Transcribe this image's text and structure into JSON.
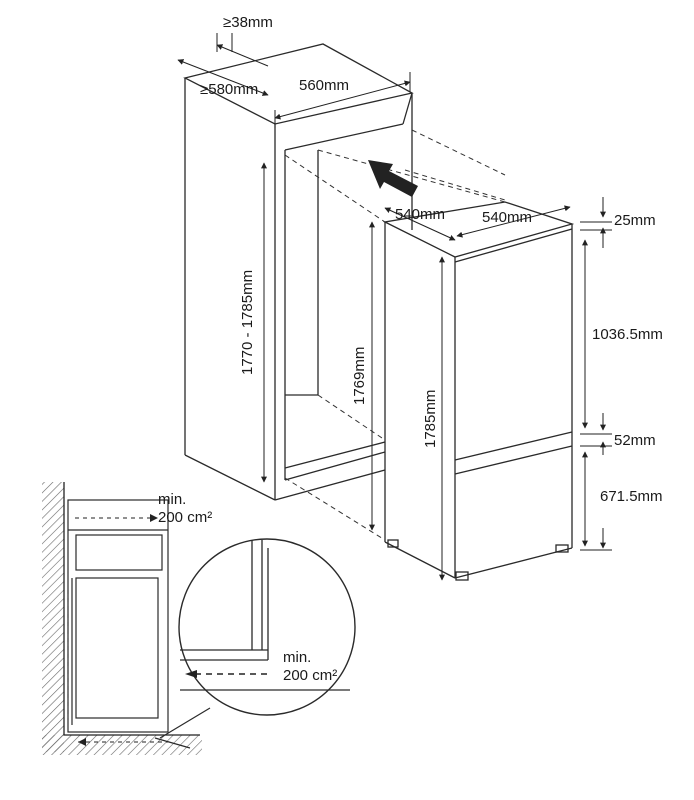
{
  "dimensions": {
    "gap_top": "≥38mm",
    "niche_depth": "≥580mm",
    "niche_width": "560mm",
    "niche_height": "1770 - 1785mm",
    "appliance_depth": "540mm",
    "appliance_width": "540mm",
    "appliance_height": "1785mm",
    "inner_height": "1769mm",
    "top_trim": "25mm",
    "upper_door": "1036.5mm",
    "door_gap": "52mm",
    "lower_door": "671.5mm"
  },
  "ventilation": {
    "top": {
      "line1": "min.",
      "line2": "200 cm²"
    },
    "bottom": {
      "line1": "min.",
      "line2": "200 cm²"
    }
  },
  "colors": {
    "line": "#2a2a2a",
    "dashed": "#333333",
    "hatch": "#555555"
  }
}
